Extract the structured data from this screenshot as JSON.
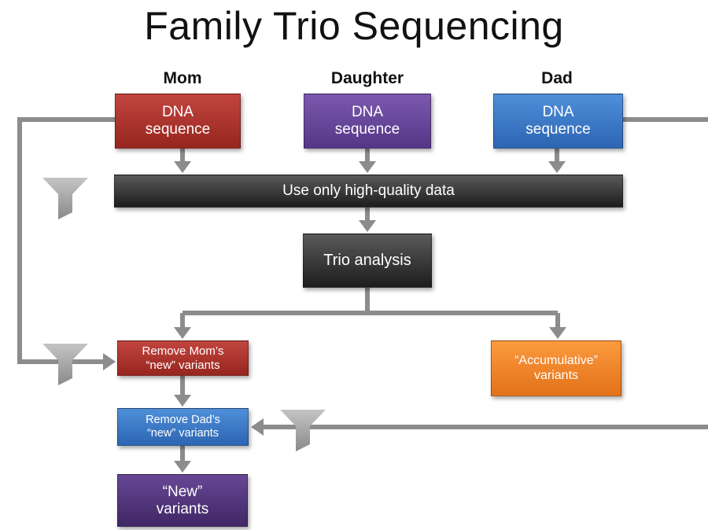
{
  "title": "Family Trio Sequencing",
  "people": {
    "mom": {
      "label": "Mom",
      "box_line1": "DNA",
      "box_line2": "sequence"
    },
    "daughter": {
      "label": "Daughter",
      "box_line1": "DNA",
      "box_line2": "sequence"
    },
    "dad": {
      "label": "Dad",
      "box_line1": "DNA",
      "box_line2": "sequence"
    }
  },
  "steps": {
    "quality_filter": "Use only high-quality data",
    "trio_analysis": "Trio analysis",
    "remove_mom": {
      "line1": "Remove Mom’s",
      "line2": "“new” variants"
    },
    "remove_dad": {
      "line1": "Remove Dad’s",
      "line2": "“new” variants"
    },
    "accumulative": {
      "line1": "“Accumulative”",
      "line2": "variants"
    },
    "new_variants": {
      "line1": "“New”",
      "line2": "variants"
    }
  },
  "colors": {
    "mom": "#a8322c",
    "daughter": "#6a4a9e",
    "dad": "#3d7bc9",
    "process": "#2d2d2d",
    "accumulative": "#f08a2c",
    "new_variants": "#553a82",
    "connector": "#8c8c8c",
    "filter": "#8c8c8c"
  },
  "icons": {
    "filter": "funnel-icon",
    "arrow": "arrowhead"
  }
}
